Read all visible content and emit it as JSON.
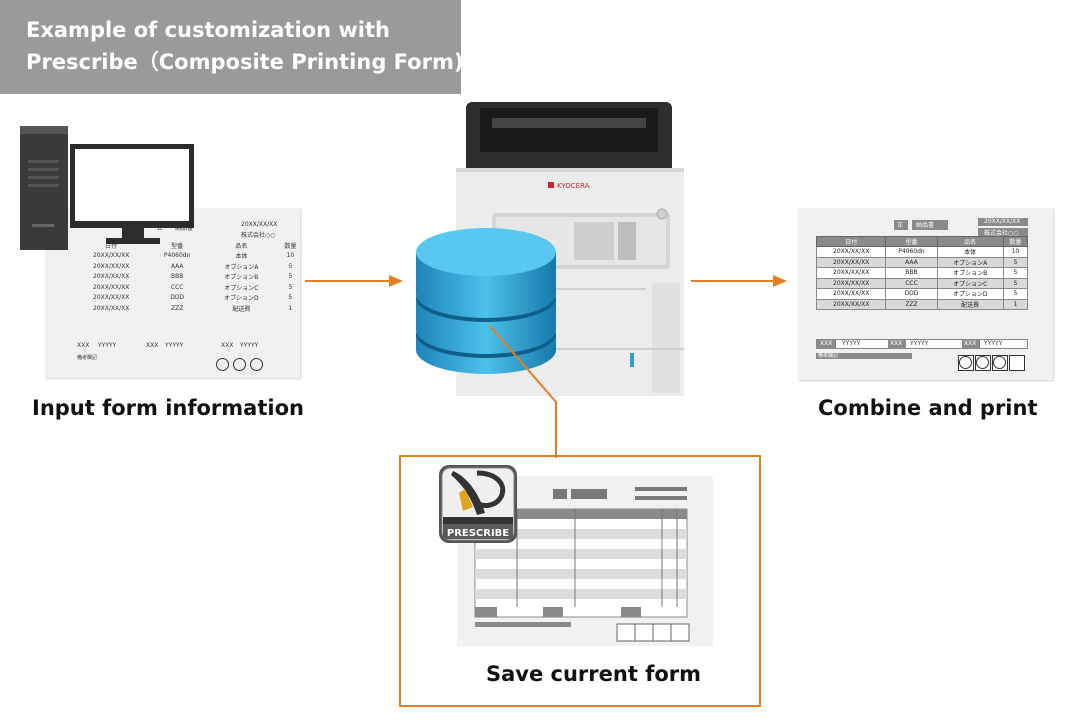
{
  "title": {
    "line1": "Example of customization with",
    "line2": "Prescribe（Composite Printing Form)"
  },
  "steps": {
    "input": "Input form information",
    "combine": "Combine and print",
    "save": "Save current form"
  },
  "input_form": {
    "header_mark": "正",
    "header_title": "納品書",
    "date": "20XX/XX/XX",
    "company": "株式会社○○",
    "columns": [
      "日付",
      "型番",
      "品名",
      "数量"
    ],
    "rows": [
      [
        "20XX/XX/XX",
        "P4060dn",
        "本体",
        "10"
      ],
      [
        "20XX/XX/XX",
        "AAA",
        "オプションA",
        "5"
      ],
      [
        "20XX/XX/XX",
        "BBB",
        "オプションB",
        "5"
      ],
      [
        "20XX/XX/XX",
        "CCC",
        "オプションC",
        "5"
      ],
      [
        "20XX/XX/XX",
        "DDD",
        "オプションD",
        "5"
      ],
      [
        "20XX/XX/XX",
        "ZZZ",
        "配送費",
        "1"
      ]
    ],
    "footer": [
      "XXX",
      "YYYYY",
      "XXX",
      "YYYYY",
      "XXX",
      "YYYYY"
    ],
    "note": "備考欄記"
  },
  "output_form": {
    "header_mark": "正",
    "header_title": "納品書",
    "date": "20XX/XX/XX",
    "company": "株式会社○○",
    "columns": [
      "日付",
      "型番",
      "品名",
      "数量"
    ],
    "rows": [
      [
        "20XX/XX/XX",
        "P4060dn",
        "本体",
        "10"
      ],
      [
        "20XX/XX/XX",
        "AAA",
        "オプションA",
        "5"
      ],
      [
        "20XX/XX/XX",
        "BBB",
        "オプションB",
        "5"
      ],
      [
        "20XX/XX/XX",
        "CCC",
        "オプションC",
        "5"
      ],
      [
        "20XX/XX/XX",
        "DDD",
        "オプションD",
        "5"
      ],
      [
        "20XX/XX/XX",
        "ZZZ",
        "配送費",
        "1"
      ]
    ],
    "footer": [
      "XXX",
      "YYYYY",
      "XXX",
      "YYYYY",
      "XXX",
      "YYYYY"
    ],
    "note": "備考欄記"
  },
  "printer": {
    "brand": "KYOCERA"
  },
  "prescribe_logo": {
    "label": "PRESCRIBE"
  },
  "colors": {
    "banner": "#9a9a9a",
    "arrow": "#e67e22",
    "frame": "#e67e22",
    "database": "#2a9fd0"
  },
  "icons": [
    "desktop-pc-icon",
    "printer-icon",
    "database-icon",
    "prescribe-logo-icon"
  ]
}
